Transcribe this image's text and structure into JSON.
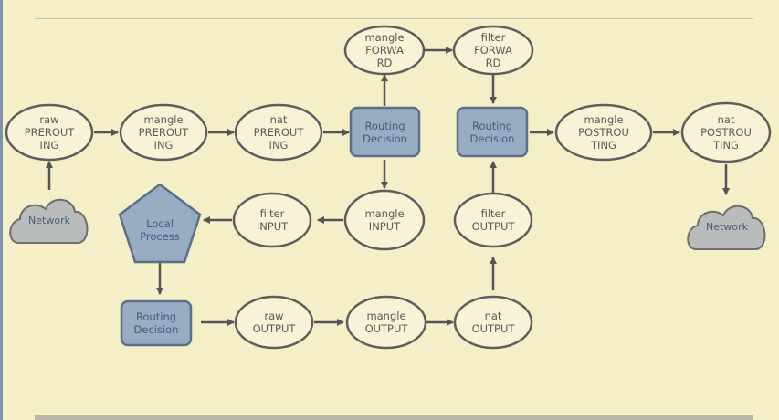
{
  "nodes": {
    "raw_prerouting": "raw\nPREROUT\nING",
    "mangle_prerouting": "mangle\nPREROUT\nING",
    "nat_prerouting": "nat\nPREROUT\nING",
    "routing_decision_1": "Routing\nDecision",
    "mangle_forward": "mangle\nFORWA\nRD",
    "filter_forward": "filter\nFORWA\nRD",
    "routing_decision_2": "Routing\nDecision",
    "mangle_postrouting": "mangle\nPOSTROU\nTING",
    "nat_postrouting": "nat\nPOSTROU\nTING",
    "network_in": "Network",
    "network_out": "Network",
    "local_process": "Local\nProcess",
    "filter_input": "filter\nINPUT",
    "mangle_input": "mangle\nINPUT",
    "filter_output": "filter\nOUTPUT",
    "routing_decision_3": "Routing\nDecision",
    "raw_output": "raw\nOUTPUT",
    "mangle_output": "mangle\nOUTPUT",
    "nat_output": "nat\nOUTPUT"
  },
  "colors": {
    "background": "#f5efc8",
    "node_fill": "#f8f3d6",
    "node_stroke": "#5d5d5d",
    "decision_fill": "#98acc4",
    "decision_stroke": "#5d6f86",
    "cloud_fill": "#b9bcbd",
    "arrow": "#555555"
  },
  "icons": {
    "network": "cloud-icon",
    "local_process": "pentagon-shape"
  }
}
